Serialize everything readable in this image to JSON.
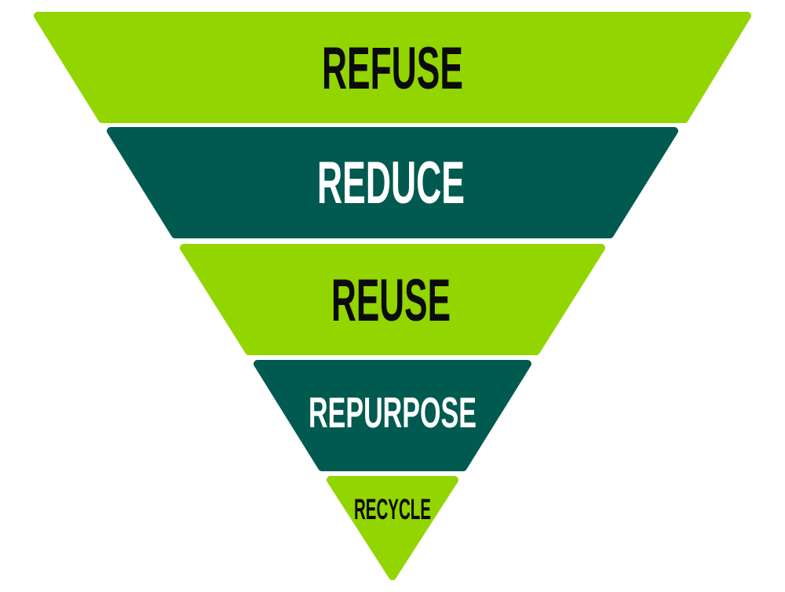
{
  "title": "Waste hierarchy",
  "colors": {
    "lime": "#93D500",
    "dark_green": "#005A50",
    "text_dark": "#0B0B0B",
    "text_light": "#FFFFFF"
  },
  "levels": [
    {
      "label": "REFUSE",
      "fill": "lime"
    },
    {
      "label": "REDUCE",
      "fill": "dark_green"
    },
    {
      "label": "REUSE",
      "fill": "lime"
    },
    {
      "label": "REPURPOSE",
      "fill": "dark_green"
    },
    {
      "label": "RECYCLE",
      "fill": "lime"
    }
  ]
}
